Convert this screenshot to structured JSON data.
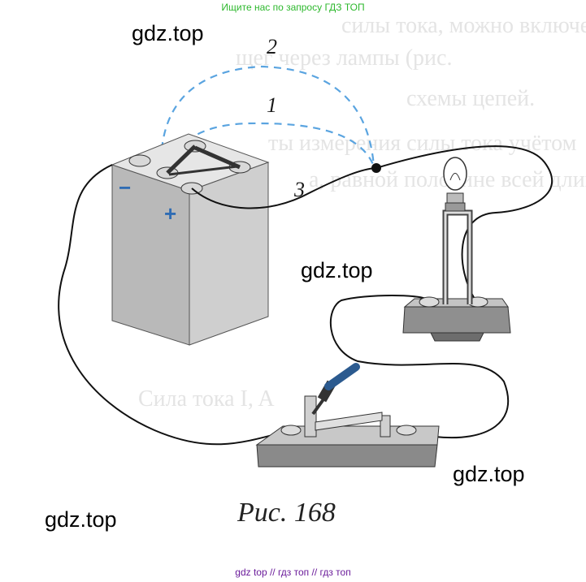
{
  "header": {
    "banner": "Ищите нас по запросу ГДЗ ТОП"
  },
  "watermarks": [
    "gdz.top",
    "gdz.top",
    "gdz.top",
    "gdz.top"
  ],
  "figure": {
    "paths": [
      {
        "label": "1",
        "color": "#5aa4e0"
      },
      {
        "label": "2",
        "color": "#5aa4e0"
      },
      {
        "label": "3"
      }
    ],
    "battery": {
      "minus": "−",
      "plus": "+"
    },
    "caption": "Рис. 168",
    "background_text": [
      "силы тока, можно включение",
      "щег через лампы (рис.",
      "схемы цепей.",
      "ты измерения силы тока учётом",
      "а, равной половине всей длины",
      "Сила тока I, A"
    ]
  },
  "footer": {
    "text": "gdz top  //  гдз топ  //  гдз топ"
  }
}
